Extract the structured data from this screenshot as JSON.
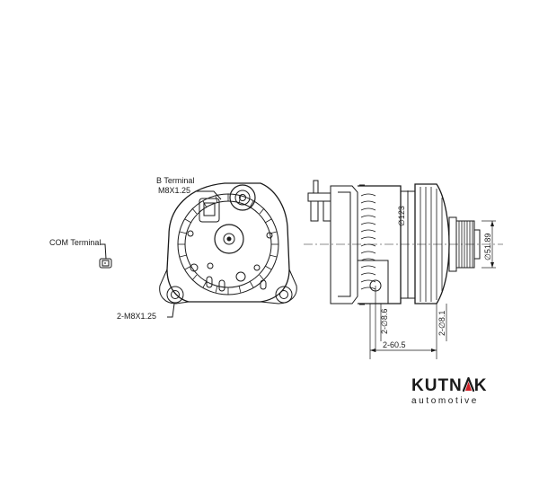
{
  "labels": {
    "b_terminal": "B Terminal",
    "b_thread": "M8X1.25",
    "com_terminal": "COM Terminal",
    "mount_thread": "2-M8X1.25"
  },
  "dimensions": {
    "housing_diameter": "∅123",
    "pulley_diameter": "∅51.89",
    "hole_front": "2-∅8.6",
    "hole_rear": "2-∅8.1",
    "mount_spacing": "2-60.5"
  },
  "logo": {
    "brand_a": "KUTN",
    "brand_b": "K",
    "tagline": "automotive"
  },
  "colors": {
    "line": "#1a1a1a",
    "logo_accent": "#d21f26"
  }
}
